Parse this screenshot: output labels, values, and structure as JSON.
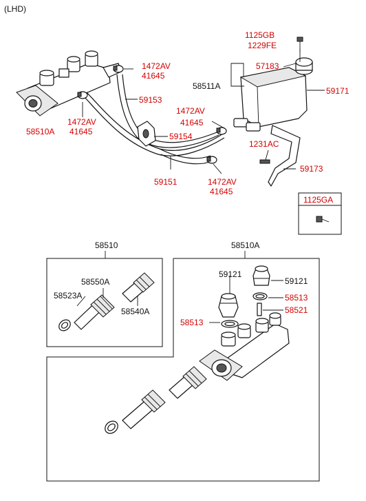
{
  "variant": "(LHD)",
  "labels": {
    "p1125GB": "1125GB",
    "p1229FE": "1229FE",
    "p57183": "57183",
    "p58511A": "58511A",
    "p59171": "59171",
    "p1472AV_a": "1472AV",
    "p41645_a": "41645",
    "p59153": "59153",
    "p1472AV_b": "1472AV",
    "p41645_b": "41645",
    "p58510A_top": "58510A",
    "p1472AV_c": "1472AV",
    "p41645_c": "41645",
    "p59154": "59154",
    "p1231AC": "1231AC",
    "p59151": "59151",
    "p1472AV_d": "1472AV",
    "p41645_d": "41645",
    "p59173": "59173",
    "p1125GA": "1125GA",
    "p58510": "58510",
    "p58510A_kit": "58510A",
    "p58550A": "58550A",
    "p58523A": "58523A",
    "p58540A": "58540A",
    "p59121_left": "59121",
    "p59121_right": "59121",
    "p58513_right": "58513",
    "p58521": "58521",
    "p58513_left": "58513"
  },
  "colors": {
    "label_red": "#d40000",
    "label_black": "#111111"
  }
}
